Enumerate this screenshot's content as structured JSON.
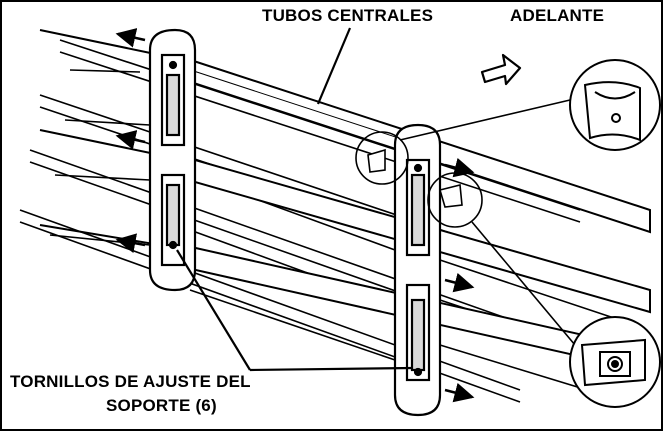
{
  "labels": {
    "center_tubes": "TUBOS CENTRALES",
    "forward": "ADELANTE",
    "adjust_screws_line1": "TORNILLOS DE AJUSTE DEL",
    "adjust_screws_line2": "SOPORTE (6)"
  },
  "colors": {
    "ink": "#000000",
    "background": "#ffffff",
    "shade": "#d9d9d9"
  }
}
